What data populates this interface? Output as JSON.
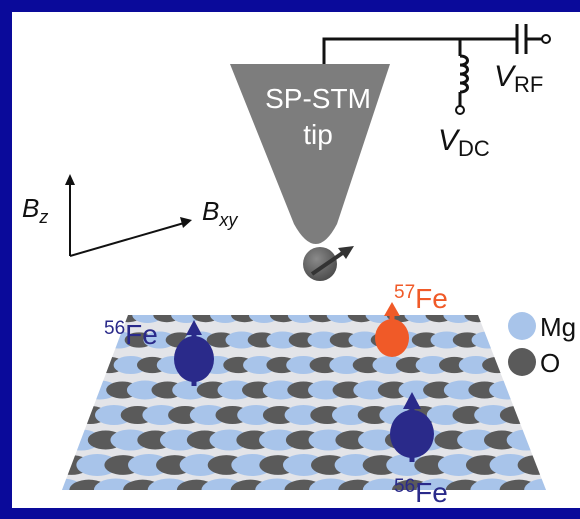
{
  "tip": {
    "line1": "SP-STM",
    "line2": "tip",
    "color": "#7d7d7d"
  },
  "circuit": {
    "vrf_main": "V",
    "vrf_sub": "RF",
    "vdc_main": "V",
    "vdc_sub": "DC"
  },
  "axes": {
    "bz_main": "B",
    "bz_sub": "z",
    "bxy_main": "B",
    "bxy_sub": "xy"
  },
  "atoms": {
    "fe56_left_mass": "56",
    "fe56_left_el": "Fe",
    "fe57_mass": "57",
    "fe57_el": "Fe",
    "fe56_bottom_mass": "56",
    "fe56_bottom_el": "Fe",
    "fe56_color": "#2a2a8a",
    "fe57_color": "#f05a28"
  },
  "legend": {
    "mg_label": "Mg",
    "o_label": "O",
    "mg_color": "#a8c4ea",
    "o_color": "#5a5a5a"
  }
}
